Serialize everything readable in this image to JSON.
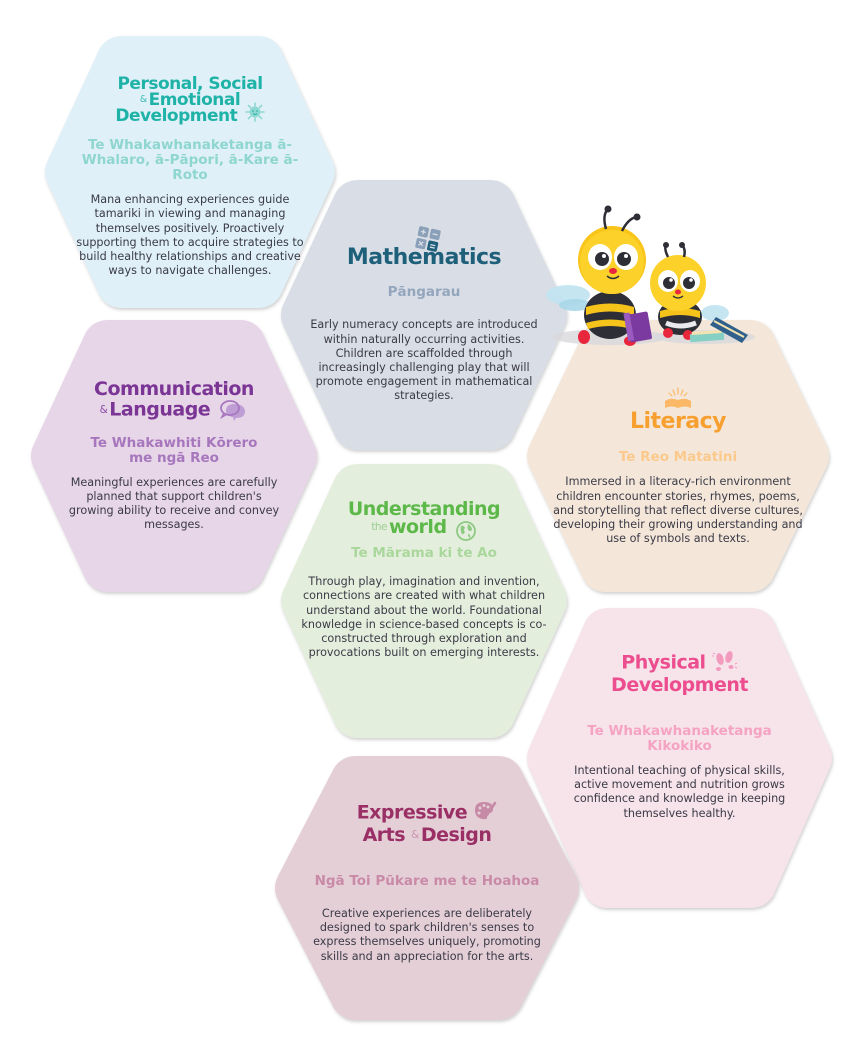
{
  "areas": [
    {
      "id": "psed",
      "title_lines": [
        "Personal, Social",
        "Emotional",
        "Development"
      ],
      "title_amp": "&",
      "subtitle": "Te Whakawhanaketanga ā-Whalaro, ā-Pāpori, ā-Kare ā-Roto",
      "description": "Mana enhancing experiences guide tamariki in viewing and managing themselves positively. Proactively supporting them to acquire strategies to build healthy relationships and creative ways to navigate challenges.",
      "icon": "virus-smiley-icon",
      "colors": {
        "bg": "#dff0f8",
        "title": "#1fb3a8",
        "subtitle": "#8ed6cf",
        "icon": "#8fd8d1"
      }
    },
    {
      "id": "mathematics",
      "title_lines": [
        "Mathematics"
      ],
      "subtitle": "Pāngarau",
      "description": "Early numeracy concepts are introduced within naturally occurring activities. Children are scaffolded through increasingly challenging play that will promote engagement in mathematical strategies.",
      "icon": "calculator-icon",
      "colors": {
        "bg": "#d9dde6",
        "title": "#1e5f7a",
        "subtitle": "#93a6bd",
        "icon": "#8aa0b8"
      }
    },
    {
      "id": "communication",
      "title_lines": [
        "Communication",
        "Language"
      ],
      "title_amp": "&",
      "subtitle": "Te Whakawhiti Kōrero me ngā Reo",
      "description": "Meaningful experiences are carefully planned that support children's growing ability to receive and convey messages.",
      "icon": "speech-bubbles-icon",
      "colors": {
        "bg": "#e7d5e8",
        "title": "#7a3595",
        "subtitle": "#a777bd",
        "icon": "#a776c0"
      }
    },
    {
      "id": "literacy",
      "title_lines": [
        "Literacy"
      ],
      "subtitle": "Te Reo Matatini",
      "description": "Immersed in a literacy-rich environment children encounter stories, rhymes, poems, and storytelling that reflect diverse cultures, developing their growing understanding and use of symbols and texts.",
      "icon": "open-book-icon",
      "colors": {
        "bg": "#f4e7da",
        "title": "#f7a030",
        "subtitle": "#fbc98c",
        "icon": "#fbb866"
      }
    },
    {
      "id": "understanding",
      "title_lines": [
        "Understanding",
        "world"
      ],
      "title_the": "the",
      "subtitle": "Te Mārama ki te Ao",
      "description": "Through play, imagination and invention, connections are created with what children understand about the world. Foundational knowledge in science-based concepts is co-constructed through exploration and provocations built on emerging interests.",
      "icon": "globe-icon",
      "colors": {
        "bg": "#e4eedd",
        "title": "#5cb848",
        "subtitle": "#aad79c",
        "icon": "#8dc983"
      }
    },
    {
      "id": "physical",
      "title_lines": [
        "Physical",
        "Development"
      ],
      "subtitle": "Te Whakawhanaketanga Kikokiko",
      "description": "Intentional teaching of physical skills, active movement and nutrition grows confidence and knowledge in keeping themselves healthy.",
      "icon": "footprints-icon",
      "colors": {
        "bg": "#f7e3ea",
        "title": "#ec4d8e",
        "subtitle": "#f5a3c3",
        "icon": "#f29bbf"
      }
    },
    {
      "id": "expressive",
      "title_lines": [
        "Expressive",
        "Arts",
        "Design"
      ],
      "title_amp": "&",
      "subtitle": "Ngā Toi Pūkare me te Hoahoa",
      "description": "Creative experiences are deliberately designed to spark children's senses to express themselves uniquely, promoting skills and an appreciation for the arts.",
      "icon": "paint-palette-icon",
      "colors": {
        "bg": "#e5cfd7",
        "title": "#9a2f66",
        "subtitle": "#c98aa8",
        "icon": "#c78aa6"
      }
    }
  ],
  "mascot": {
    "icon": "reading-bees-illustration"
  }
}
